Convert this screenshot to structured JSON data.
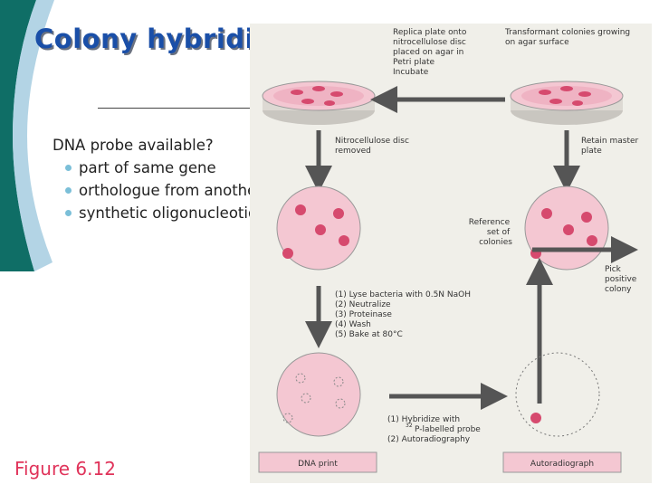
{
  "colors": {
    "title": "#1a4fa8",
    "figure_label": "#e0335a",
    "bullet_dot": "#7bbfd8",
    "decor_teal": "#0f6e66",
    "plate_pink": "#f2b7c4",
    "colony_red": "#d64a6e"
  },
  "slide": {
    "title": "Colony hybridization",
    "lead": "DNA probe available?",
    "bullets": [
      "part of same gene",
      "orthologue from another species",
      "synthetic oligonucleotide"
    ],
    "figure_label": "Figure 6.12"
  },
  "figure": {
    "replica": [
      "Replica plate onto",
      "nitrocellulose disc",
      "placed on agar in",
      "Petri plate",
      "Incubate"
    ],
    "transformant": [
      "Transformant colonies growing",
      "on agar surface"
    ],
    "disc_removed": [
      "Nitrocellulose disc",
      "removed"
    ],
    "retain": [
      "Retain master",
      "plate"
    ],
    "reference": [
      "Reference",
      "set of",
      "colonies"
    ],
    "pick": [
      "Pick",
      "positive",
      "colony"
    ],
    "steps": [
      "(1) Lyse bacteria with 0.5N NaOH",
      "(2) Neutralize",
      "(3) Proteinase",
      "(4) Wash",
      "(5) Bake at 80°C"
    ],
    "hybridize": [
      "(1) Hybridize with",
      "P-labelled probe",
      "(2) Autoradiography"
    ],
    "isotope_mass": "32",
    "dna_print": "DNA print",
    "autoradiograph": "Autoradiograph"
  }
}
